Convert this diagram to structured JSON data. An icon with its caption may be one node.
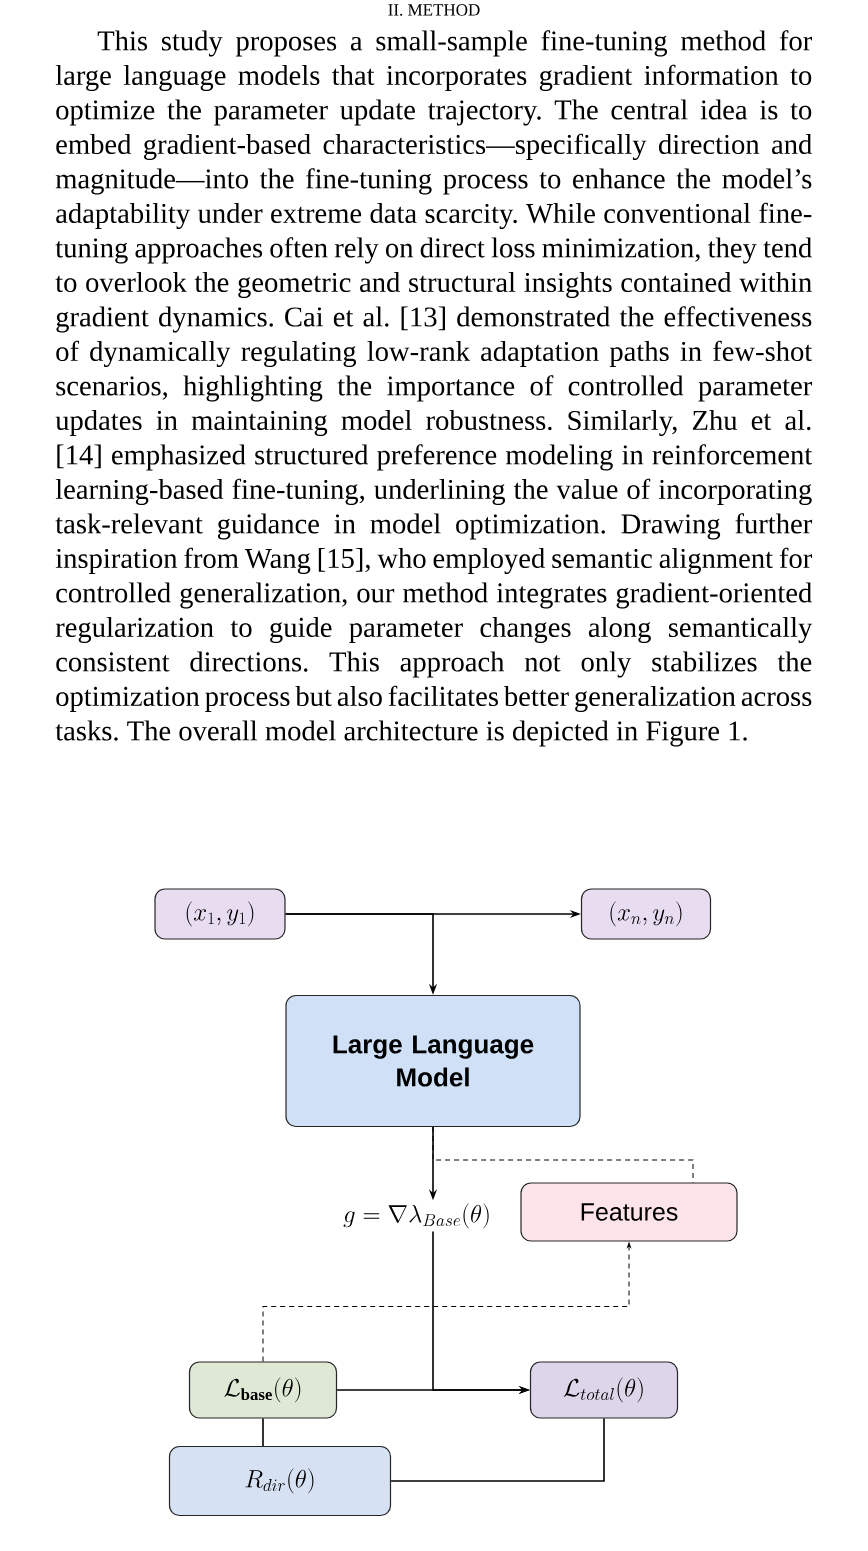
{
  "diagram": {
    "title": "II. METHOD",
    "nodes": [
      {
        "text": [
          "(x_1, y_1)"
        ]
      },
      {
        "text": [
          "(x_n, y_n)"
        ]
      },
      {
        "text": [
          "Large Language Model"
        ]
      },
      {
        "text": [
          "g = \\nabla\\lambda_{Base}(\\theta)"
        ]
      },
      {
        "text": [
          "Features"
        ]
      },
      {
        "text": [
          "\\mathcal{L}_{\\mathbf{base}}(\\theta)"
        ]
      },
      {
        "text": [
          "\\mathcal{L}_{total}(\\theta)"
        ]
      },
      {
        "text": [
          "R_{dir}(\\theta)"
        ]
      }
    ],
    "edges": [
      {
        "from": 0,
        "to": 1,
        "arrow": "to"
      },
      {
        "from": 0,
        "to": 2,
        "arrow": "to"
      },
      {
        "from": 2,
        "to": 3,
        "arrow": "to"
      },
      {
        "from": 2,
        "to": 4,
        "arrow": "none",
        "style": "dashed"
      },
      {
        "from": 5,
        "to": 4,
        "arrow": "to",
        "style": "dashed"
      },
      {
        "from": 3,
        "to": 6,
        "arrow": "to"
      },
      {
        "from": 5,
        "to": 6,
        "arrow": "to"
      },
      {
        "from": 5,
        "to": 7,
        "arrow": "none"
      },
      {
        "from": 7,
        "to": 6,
        "arrow": "none"
      }
    ],
    "labels": [
      "This study proposes a small-sample fine-tuning method for large language models that incorporates gradient information to optimize the parameter update trajectory. The central idea is to embed gradient-based characteristics—specifically direction and magnitude—into the fine-tuning process to enhance the model’s adaptability under extreme data scarcity. While conventional fine-tuning approaches often rely on direct loss minimization, they tend to overlook the geometric and structural insights contained within gradient dynamics. Cai et al. [13] demonstrated the effectiveness of dynamically regulating low-rank adaptation paths in few-shot scenarios, highlighting the importance of controlled parameter updates in maintaining model robustness. Similarly, Zhu et al. [14] emphasized structured preference modeling in reinforcement learning-based fine-tuning, underlining the value of incorporating task-relevant guidance in model optimization. Drawing further inspiration from Wang [15], who employed semantic alignment for controlled generalization, our method integrates gradient-oriented regularization to guide parameter changes along semantically consistent directions. This approach not only stabilizes the optimization process but also facilitates better generalization across tasks. The overall model architecture is depicted in Figure 1."
    ]
  }
}
